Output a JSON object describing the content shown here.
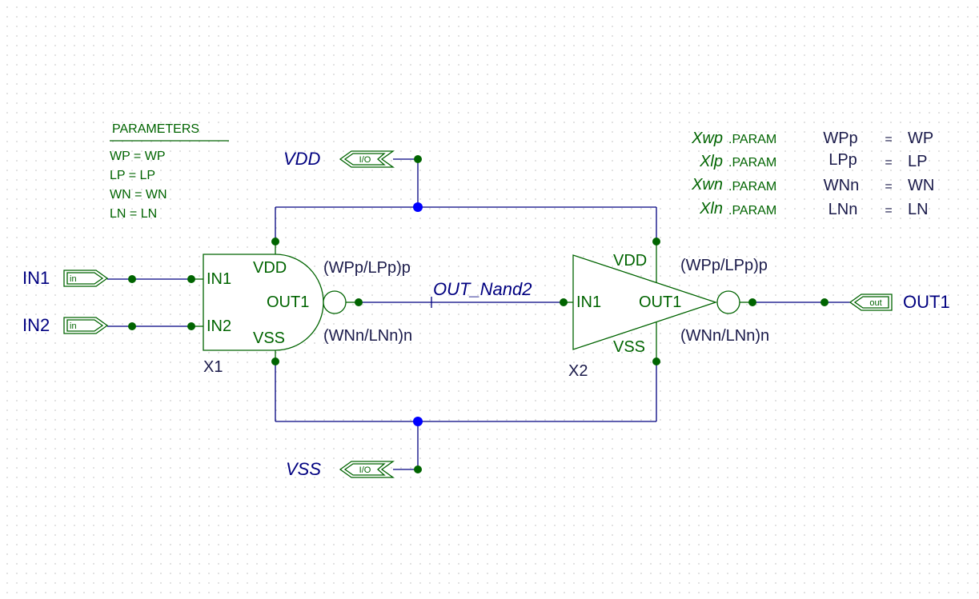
{
  "parameters_block": {
    "title": "PARAMETERS",
    "lines": [
      "WP = WP",
      "LP = LP",
      "WN = WN",
      "LN = LN"
    ]
  },
  "param_defs": [
    {
      "inst": "Xwp",
      "kw": ".PARAM",
      "name": "WPp",
      "eq": "=",
      "value": "WP"
    },
    {
      "inst": "Xlp",
      "kw": ".PARAM",
      "name": "LPp",
      "eq": "=",
      "value": "LP"
    },
    {
      "inst": "Xwn",
      "kw": ".PARAM",
      "name": "WNn",
      "eq": "=",
      "value": "WN"
    },
    {
      "inst": "Xln",
      "kw": ".PARAM",
      "name": "LNn",
      "eq": "=",
      "value": "LN"
    }
  ],
  "nets": {
    "vdd": "VDD",
    "vss": "VSS",
    "in1": "IN1",
    "in2": "IN2",
    "mid": "OUT_Nand2",
    "out": "OUT1"
  },
  "port_tags": {
    "vdd": "I/O",
    "vss": "I/O",
    "in1": "in",
    "in2": "in",
    "out": "out"
  },
  "nand": {
    "ref": "X1",
    "pins": {
      "in1": "IN1",
      "in2": "IN2",
      "vdd": "VDD",
      "vss": "VSS",
      "out": "OUT1"
    },
    "p_size": "(WPp/LPp)p",
    "n_size": "(WNn/LNn)n"
  },
  "inverter": {
    "ref": "X2",
    "pins": {
      "in1": "IN1",
      "vdd": "VDD",
      "vss": "VSS",
      "out": "OUT1"
    },
    "p_size": "(WPp/LPp)p",
    "n_size": "(WNn/LNn)n"
  },
  "colors": {
    "wire": "#000080",
    "component": "#006400",
    "junction": "#0000ff",
    "net_label": "#000080"
  }
}
